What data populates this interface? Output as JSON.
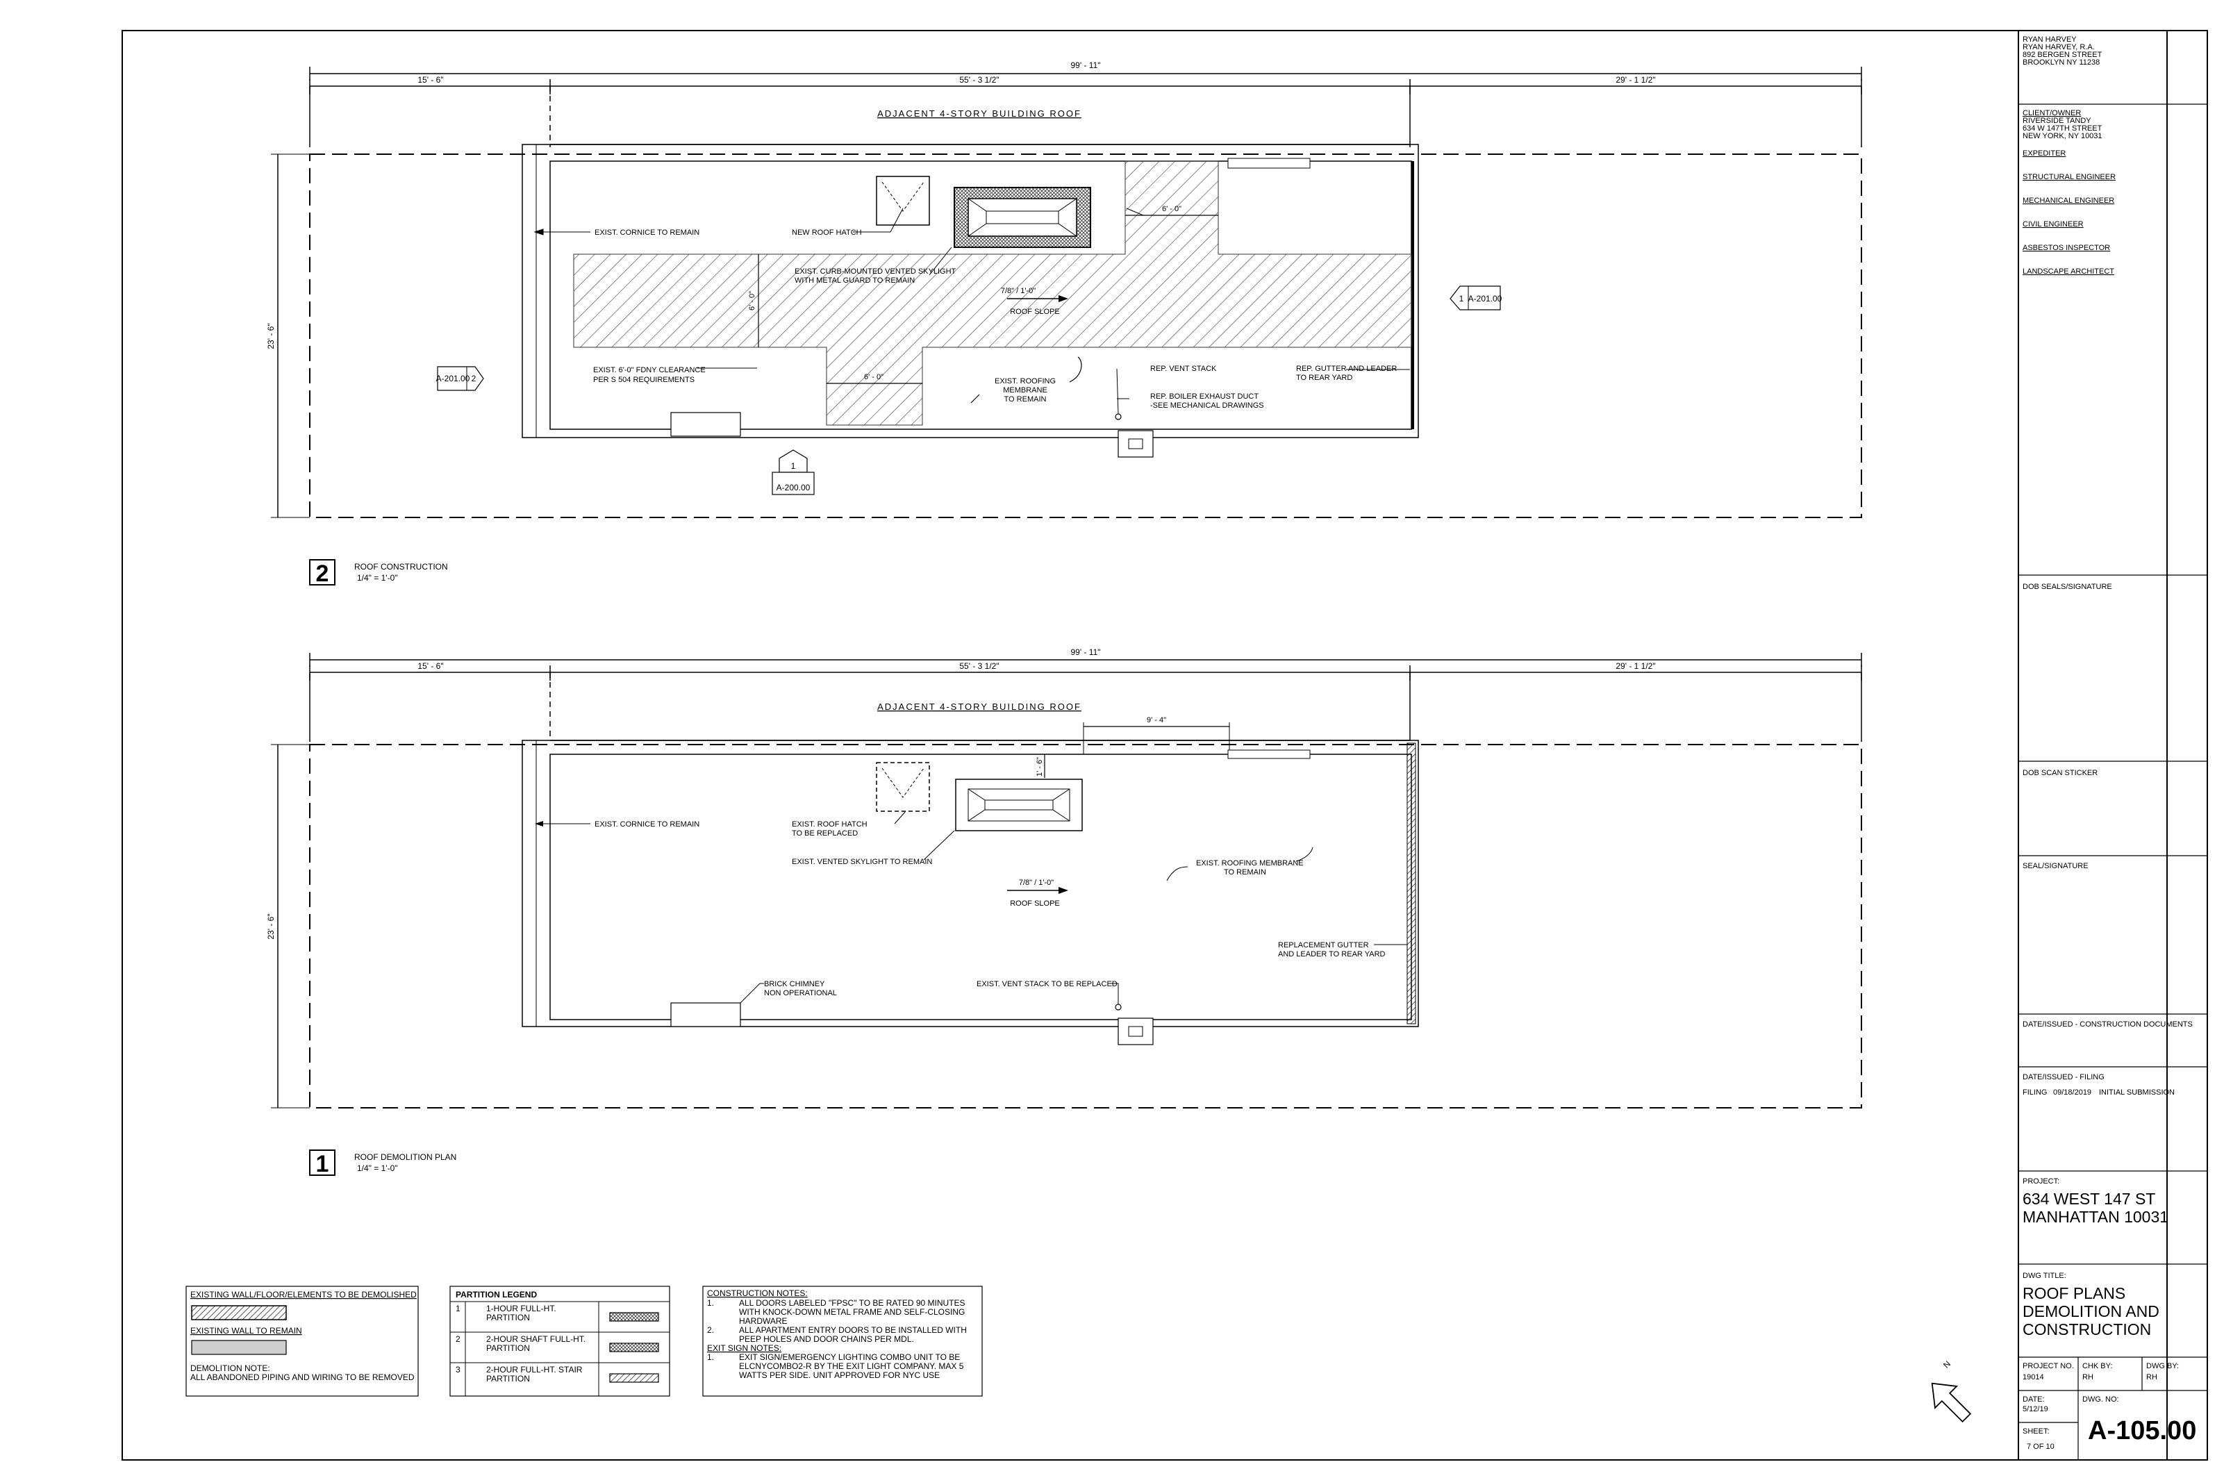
{
  "colors": {
    "line": "#000000",
    "hatch": "#555555",
    "fill_remain": "#cfcfcf",
    "fill_demo": "#9a9a9a"
  },
  "plan2": {
    "overall_dim": "99' - 11\"",
    "dim_left": "15' - 6\"",
    "dim_mid": "55' - 3 1/2\"",
    "dim_right": "29' - 1 1/2\"",
    "side_dim": "23' - 6\"",
    "adjacent": "ADJACENT 4-STORY BUILDING ROOF",
    "notes": {
      "cornice": "EXIST. CORNICE TO REMAIN",
      "hatch": "NEW ROOF HATCH",
      "skylight1": "EXIST. CURB-MOUNTED VENTED SKYLIGHT",
      "skylight2": "WITH METAL GUARD TO REMAIN",
      "dim_6_a": "6' - 0\"",
      "dim_6_b": "6' - 0\"",
      "dim_6_c": "6' - 0\"",
      "slope_val": "7/8\" / 1'-0\"",
      "slope": "ROOF SLOPE",
      "fdny1": "EXIST. 6'-0\" FDNY CLEARANCE",
      "fdny2": "PER S 504 REQUIREMENTS",
      "membrane1": "EXIST. ROOFING",
      "membrane2": "MEMBRANE",
      "membrane3": "TO REMAIN",
      "vent": "REP. VENT STACK",
      "boiler1": "REP. BOILER EXHAUST DUCT",
      "boiler2": "-SEE MECHANICAL DRAWINGS",
      "gutter1": "REP. GUTTER AND LEADER",
      "gutter2": "TO REAR YARD"
    },
    "sections": {
      "left_ref": "A-201.00",
      "left_num": "2",
      "right_ref": "A-201.00",
      "right_num": "1",
      "bottom_ref": "A-200.00",
      "bottom_num": "1"
    },
    "label_num": "2",
    "label_title": "ROOF CONSTRUCTION",
    "label_scale": "1/4\" = 1'-0\""
  },
  "plan1": {
    "overall_dim": "99' - 11\"",
    "dim_left": "15' - 6\"",
    "dim_mid": "55' - 3 1/2\"",
    "dim_right": "29' - 1 1/2\"",
    "side_dim": "23' - 6\"",
    "dim_9_4": "9' - 4\"",
    "dim_1_6": "1' - 6\"",
    "adjacent": "ADJACENT 4-STORY BUILDING ROOF",
    "notes": {
      "cornice": "EXIST. CORNICE TO REMAIN",
      "hatch1": "EXIST. ROOF HATCH",
      "hatch2": "TO BE REPLACED",
      "skylight": "EXIST. VENTED SKYLIGHT TO REMAIN",
      "slope_val": "7/8\" / 1'-0\"",
      "slope": "ROOF SLOPE",
      "membrane1": "EXIST. ROOFING MEMBRANE",
      "membrane2": "TO REMAIN",
      "gutter1": "REPLACEMENT GUTTER",
      "gutter2": "AND LEADER TO REAR YARD",
      "chimney1": "BRICK CHIMNEY",
      "chimney2": "NON OPERATIONAL",
      "vent": "EXIST. VENT STACK TO BE REPLACED"
    },
    "label_num": "1",
    "label_title": "ROOF DEMOLITION PLAN",
    "label_scale": "1/4\" = 1'-0\""
  },
  "legend_demo": {
    "demolished": "EXISTING WALL/FLOOR/ELEMENTS TO BE DEMOLISHED",
    "remain": "EXISTING WALL TO REMAIN",
    "note_title": "DEMOLITION NOTE:",
    "note_text": "ALL ABANDONED PIPING AND WIRING TO BE REMOVED"
  },
  "partition_legend": {
    "title": "PARTITION LEGEND",
    "rows": [
      {
        "num": "1",
        "l1": "1-HOUR FULL-HT.",
        "l2": "PARTITION"
      },
      {
        "num": "2",
        "l1": "2-HOUR SHAFT FULL-HT.",
        "l2": "PARTITION"
      },
      {
        "num": "3",
        "l1": "2-HOUR FULL-HT. STAIR",
        "l2": "PARTITION"
      }
    ]
  },
  "construction_notes": {
    "title": "CONSTRUCTION NOTES:",
    "n1_num": "1.",
    "n1_l1": "ALL DOORS LABELED \"FPSC\" TO BE RATED 90 MINUTES",
    "n1_l2": "WITH KNOCK-DOWN METAL FRAME AND SELF-CLOSING",
    "n1_l3": "HARDWARE",
    "n2_num": "2.",
    "n2_l1": "ALL APARTMENT ENTRY DOORS TO BE INSTALLED WITH",
    "n2_l2": "PEEP HOLES AND DOOR CHAINS PER MDL.",
    "exit_title": "EXIT SIGN NOTES:",
    "e1_num": "1.",
    "e1_l1": "EXIT SIGN/EMERGENCY LIGHTING COMBO UNIT TO BE",
    "e1_l2": "ELCNYCOMBO2-R BY THE EXIT LIGHT COMPANY. MAX 5",
    "e1_l3": "WATTS PER SIDE.  UNIT APPROVED FOR NYC USE"
  },
  "north": "N",
  "title_block": {
    "architect": [
      "RYAN HARVEY",
      "RYAN HARVEY, R.A.",
      "892 BERGEN STREET",
      "BROOKLYN NY 11238"
    ],
    "client_title": "CLIENT/OWNER",
    "client": [
      "RIVERSIDE TANDY",
      "634 W 147TH STREET",
      "NEW YORK, NY 10031"
    ],
    "consultants": [
      "EXPEDITER",
      "STRUCTURAL ENGINEER",
      "MECHANICAL ENGINEER",
      "CIVIL ENGINEER",
      "ASBESTOS INSPECTOR",
      "LANDSCAPE ARCHITECT"
    ],
    "dob_seals": "DOB SEALS/SIGNATURE",
    "dob_scan": "DOB SCAN STICKER",
    "seal": "SEAL/SIGNATURE",
    "issued_cd": "DATE/ISSUED - CONSTRUCTION DOCUMENTS",
    "issued_filing": "DATE/ISSUED - FILING",
    "filing_row": [
      "FILING",
      "09/18/2019",
      "INITIAL SUBMISSION"
    ],
    "project_label": "PROJECT:",
    "project_l1": "634 WEST 147 ST",
    "project_l2": "MANHATTAN 10031",
    "dwg_title_label": "DWG TITLE:",
    "dwg_title": [
      "ROOF PLANS",
      "DEMOLITION AND",
      "CONSTRUCTION"
    ],
    "project_no_label": "PROJECT NO.",
    "project_no": "19014",
    "chk_label": "CHK BY:",
    "chk": "RH",
    "dwg_by_label": "DWG BY:",
    "dwg_by": "RH",
    "date_label": "DATE:",
    "date": "5/12/19",
    "dwg_no_label": "DWG. NO:",
    "sheet_label": "SHEET:",
    "sheet": "7 OF 10",
    "dwg_no": "A-105.00"
  }
}
